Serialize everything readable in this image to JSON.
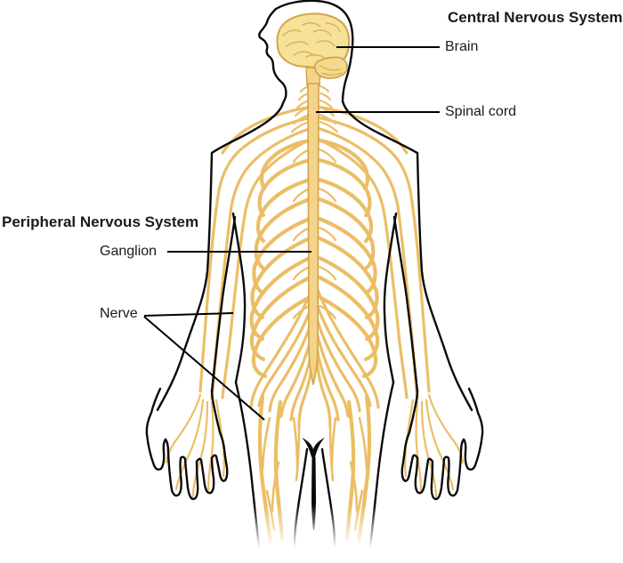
{
  "diagram": {
    "cns_title": "Central Nervous System",
    "pns_title": "Peripheral Nervous System",
    "labels": {
      "brain": "Brain",
      "spinal_cord": "Spinal cord",
      "ganglion": "Ganglion",
      "nerve": "Nerve"
    },
    "colors": {
      "background": "#FFFFFF",
      "nerve_gold": "#EBBE66",
      "brain_fill": "#F6E198",
      "cord_fill": "#F3D488",
      "nerve_outline": "#D4A24C",
      "figure_outline": "#0A0A0A",
      "label_text": "#1A1A1A"
    }
  }
}
